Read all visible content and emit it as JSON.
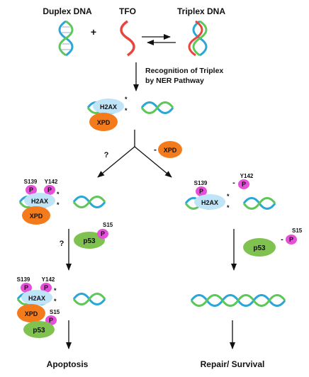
{
  "top": {
    "duplex_label": "Duplex DNA",
    "tfo_label": "TFO",
    "triplex_label": "Triplex DNA",
    "plus": "+"
  },
  "recognition": {
    "line1": "Recognition of Triplex",
    "line2": "by NER Pathway"
  },
  "proteins": {
    "h2ax": "H2AX",
    "xpd": "XPD",
    "p53": "p53",
    "p": "P"
  },
  "sites": {
    "s139": "S139",
    "y142": "Y142",
    "s15": "S15"
  },
  "symbols": {
    "question": "?",
    "minus": "-",
    "asterisk": "*"
  },
  "outcomes": {
    "left": "Apoptosis",
    "right": "Repair/ Survival"
  },
  "colors": {
    "dna_blue": "#2aa7d6",
    "dna_green": "#5fc65a",
    "tfo_red": "#e8463c",
    "h2ax": "#bfe3f7",
    "xpd": "#f47b1c",
    "p53": "#7fc250",
    "phospho": "#e64fd8"
  }
}
